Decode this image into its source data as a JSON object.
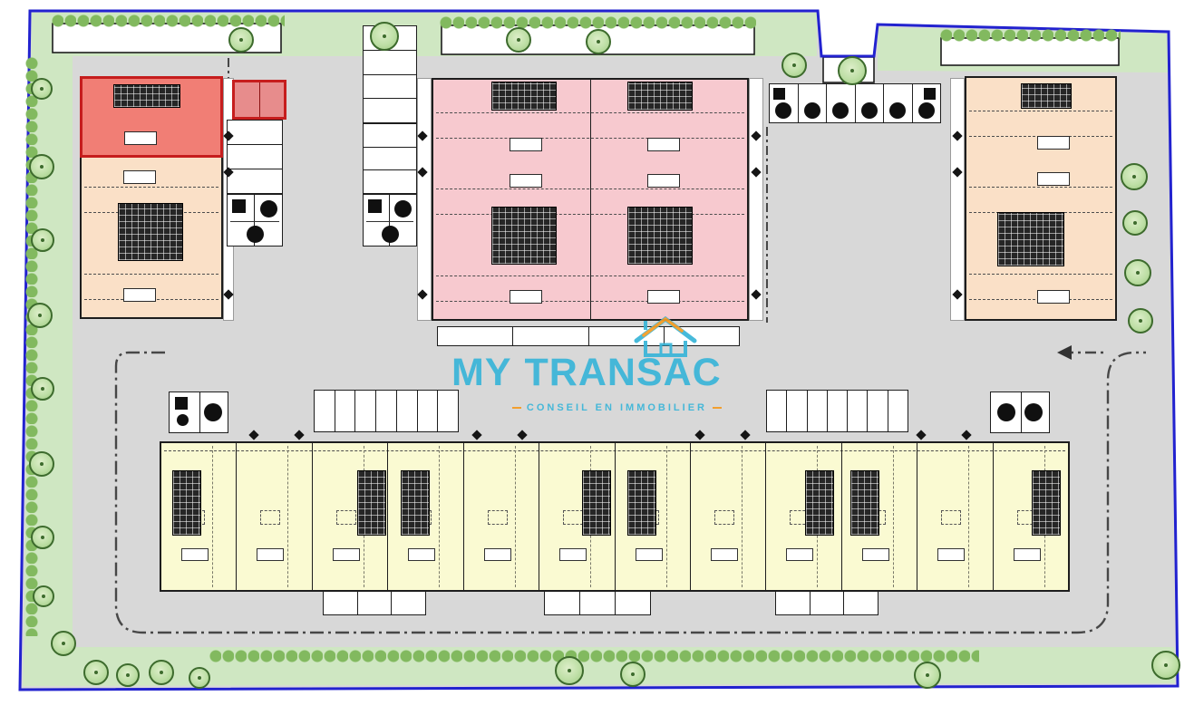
{
  "watermark": {
    "brand_first": "MY",
    "brand_second": "TRANSAC",
    "tagline": "CONSEIL EN IMMOBILIER"
  },
  "colors": {
    "boundary-blue": "#2222cf",
    "road-gray": "#d8d8d8",
    "landscape-green": "#cfe7c2",
    "hedge-green": "#82b95f",
    "tree-fill": "#bedfa6",
    "tree-outline": "#3d6b2d",
    "outline-dark": "#1d1d1d",
    "building-pink": "#f7c9cf",
    "building-peach": "#fae0c7",
    "building-yellow": "#fafad2",
    "highlight-red-fill": "#ea4b4b",
    "highlight-red-border": "#c61d1d",
    "core-dark": "#262626",
    "dash-dark": "#474747",
    "watermark-cyan": "#3ab5d8",
    "watermark-orange": "#f59b23"
  }
}
